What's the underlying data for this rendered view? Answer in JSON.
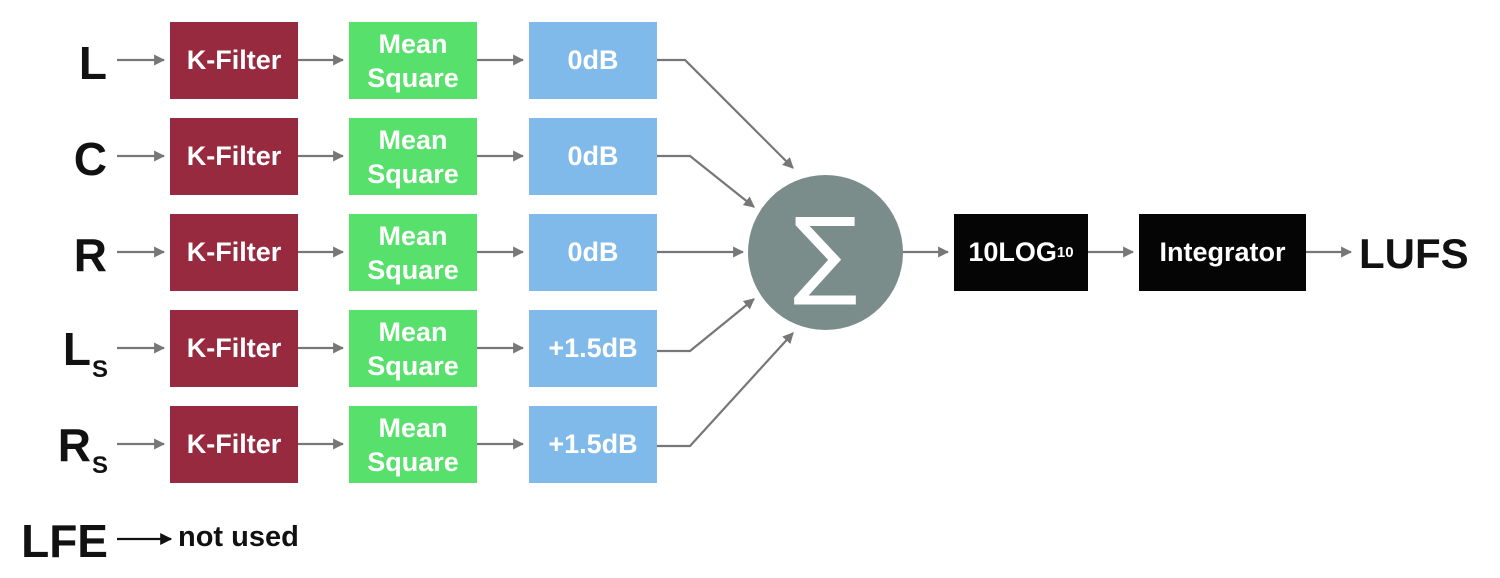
{
  "channels": [
    {
      "label": "L",
      "sub": "",
      "filter": "K-Filter",
      "ms_line1": "Mean",
      "ms_line2": "Square",
      "gain": "0dB"
    },
    {
      "label": "C",
      "sub": "",
      "filter": "K-Filter",
      "ms_line1": "Mean",
      "ms_line2": "Square",
      "gain": "0dB"
    },
    {
      "label": "R",
      "sub": "",
      "filter": "K-Filter",
      "ms_line1": "Mean",
      "ms_line2": "Square",
      "gain": "0dB"
    },
    {
      "label": "L",
      "sub": "S",
      "filter": "K-Filter",
      "ms_line1": "Mean",
      "ms_line2": "Square",
      "gain": "+1.5dB"
    },
    {
      "label": "R",
      "sub": "S",
      "filter": "K-Filter",
      "ms_line1": "Mean",
      "ms_line2": "Square",
      "gain": "+1.5dB"
    }
  ],
  "lfe": {
    "label": "LFE",
    "note": "not used"
  },
  "summer": {
    "symbol": "∑"
  },
  "log": {
    "text": "10LOG",
    "sub": "10"
  },
  "integrator": {
    "text": "Integrator"
  },
  "output": {
    "text": "LUFS"
  },
  "colors": {
    "filter": "#982a40",
    "mean_square": "#57e06c",
    "gain": "#7fbaea",
    "summer": "#7b8d8b",
    "block": "#050505",
    "wire": "#777777"
  }
}
